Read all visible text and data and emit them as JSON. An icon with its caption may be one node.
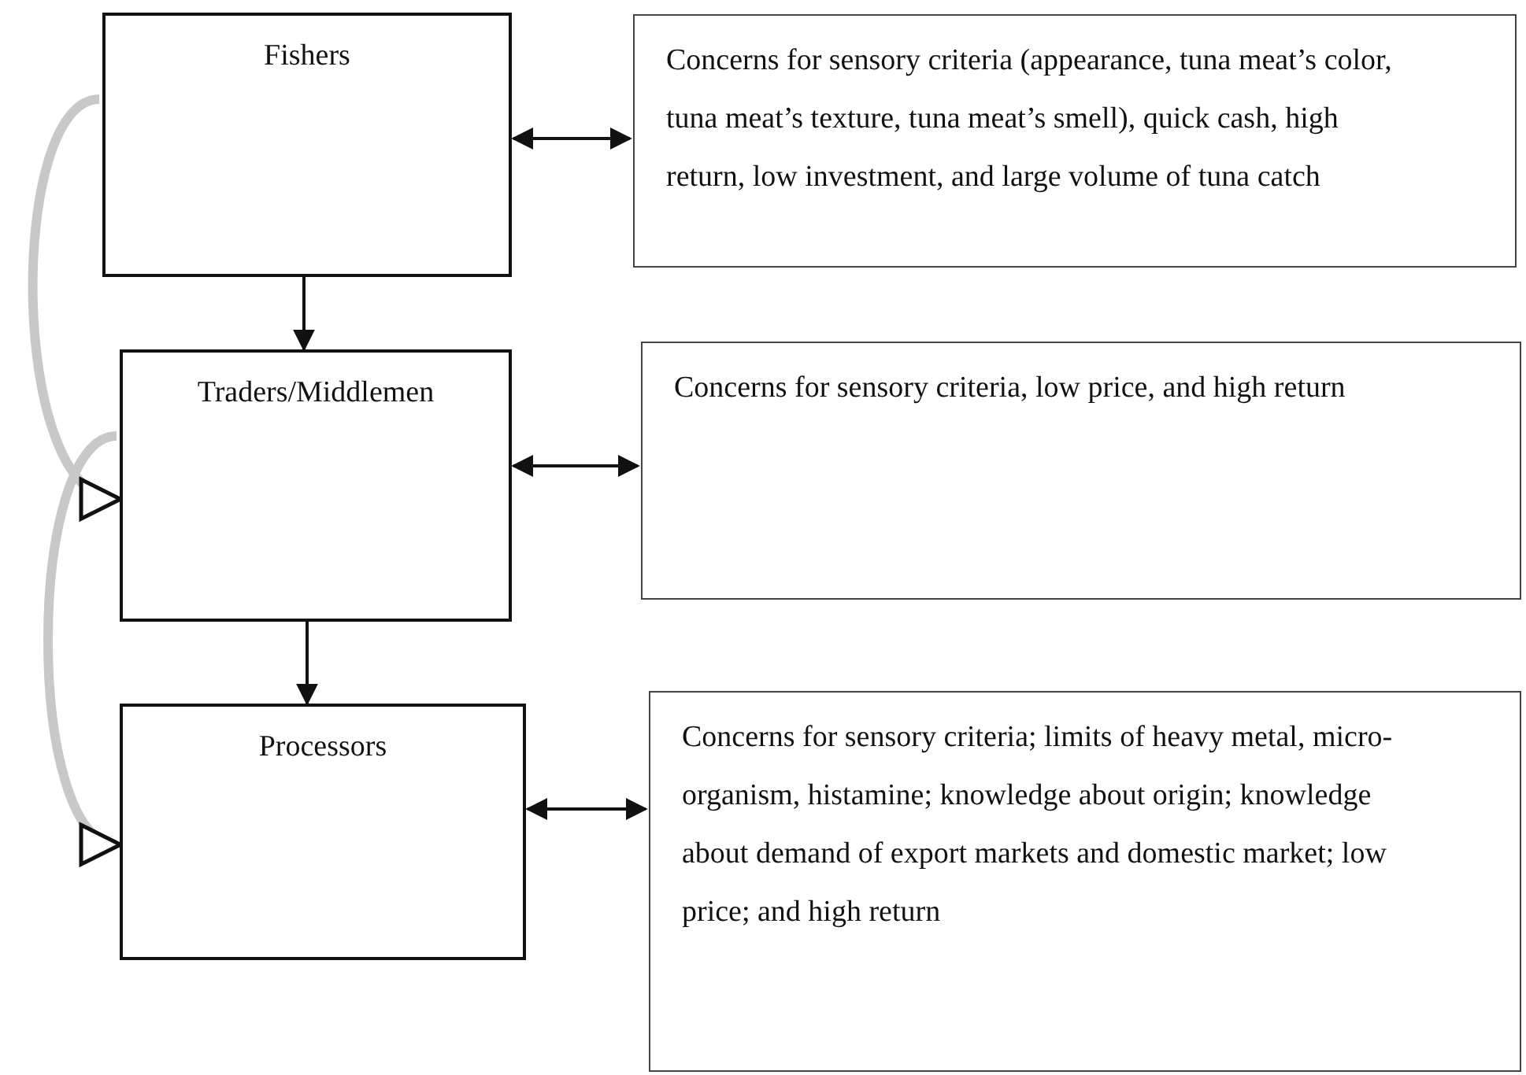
{
  "diagram": {
    "nodes": [
      {
        "text": [
          "Fishers"
        ]
      },
      {
        "text": [
          "Concerns for sensory criteria (appearance, tuna meat’s color, tuna meat’s texture, tuna meat’s smell), quick cash, high return, low investment, and large volume of tuna catch"
        ]
      },
      {
        "text": [
          "Traders/Middlemen"
        ]
      },
      {
        "text": [
          "Concerns for sensory criteria, low price, and high return"
        ]
      },
      {
        "text": [
          "Processors"
        ]
      },
      {
        "text": [
          "Concerns for sensory criteria; limits of heavy metal, micro-organism, histamine; knowledge about origin; knowledge about demand of export markets and domestic market; low price; and high return"
        ]
      }
    ],
    "edges": [
      {
        "from": 0,
        "to": 2,
        "arrow": "to"
      },
      {
        "from": 0,
        "to": 1,
        "arrow": "both"
      },
      {
        "from": 2,
        "to": 3,
        "arrow": "both"
      },
      {
        "from": 2,
        "to": 4,
        "arrow": "to"
      },
      {
        "from": 4,
        "to": 5,
        "arrow": "both"
      },
      {
        "from": 0,
        "to": 2,
        "arrow": "to",
        "style": "thick",
        "color": "#c8c8c8"
      },
      {
        "from": 2,
        "to": 4,
        "arrow": "to",
        "style": "thick",
        "color": "#c8c8c8"
      }
    ]
  }
}
